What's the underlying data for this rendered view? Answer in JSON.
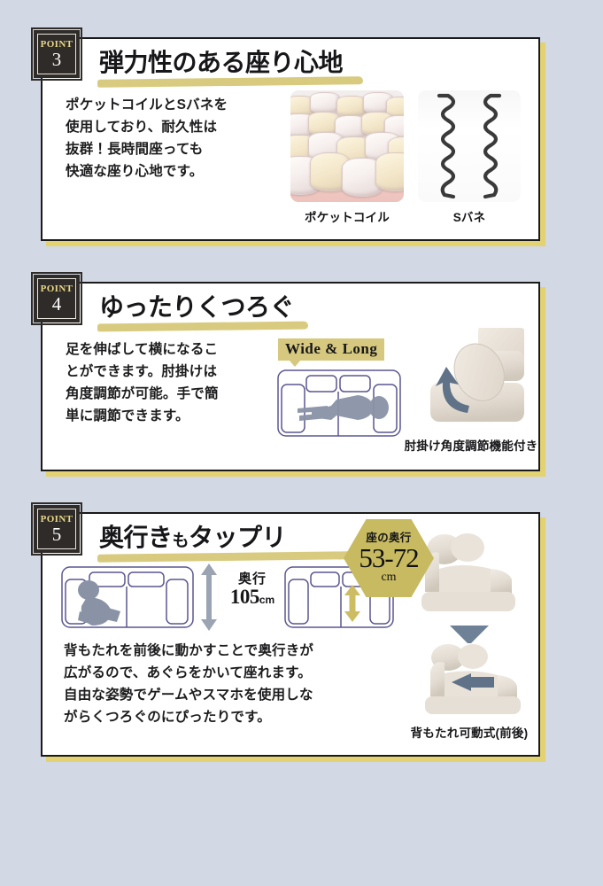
{
  "page": {
    "background_color": "#d2d8e4",
    "card_border_color": "#1a1a1a",
    "card_shadow_color": "#e3d271",
    "accent_gold": "#d6c97f",
    "badge_dark": "#2f2b28",
    "badge_gold_text": "#e9d98a",
    "hexagon_gold": "#c8ba61",
    "diagram_line_color": "#5b5690",
    "arrow_gray": "#5f7287"
  },
  "points": [
    {
      "badge": {
        "word": "POINT",
        "number": "3"
      },
      "heading": "弾力性のある座り心地",
      "body": "ポケットコイルとSバネを使用しており、耐久性は抜群！長時間座っても快適な座り心地です。",
      "body_lines": [
        "ポケットコイルとSバネを",
        "使用しており、耐久性は",
        "抜群！長時間座っても",
        "快適な座り心地です。"
      ],
      "figures": [
        {
          "name": "pocket-coil-photo",
          "caption": "ポケットコイル"
        },
        {
          "name": "s-spring-photo",
          "caption": "Sバネ"
        }
      ]
    },
    {
      "badge": {
        "word": "POINT",
        "number": "4"
      },
      "heading": "ゆったりくつろぐ",
      "body": "足を伸ばして横になることができます。肘掛けは角度調節が可能。手で簡単に調節できます。",
      "body_lines": [
        "足を伸ばして横になるこ",
        "とができます。肘掛けは",
        "角度調節が可能。手で簡",
        "単に調節できます。"
      ],
      "banner": "Wide & Long",
      "figures": [
        {
          "name": "sofa-top-view-lying-diagram",
          "caption": ""
        },
        {
          "name": "armrest-angle-photo",
          "caption": "肘掛け角度調節機能付き"
        }
      ]
    },
    {
      "badge": {
        "word": "POINT",
        "number": "5"
      },
      "heading_main": "奥行き",
      "heading_small": "も",
      "heading_tail": "タップリ",
      "heading": "奥行きもタップリ",
      "body": "背もたれを前後に動かすことで奥行きが広がるので、あぐらをかいて座れます。自由な姿勢でゲームやスマホを使用しながらくつろぐのにぴったりです。",
      "body_lines": [
        "背もたれを前後に動かすことで奥行きが",
        "広がるので、あぐらをかいて座れます。",
        "自由な姿勢でゲームやスマホを使用しな",
        "がらくつろぐのにぴったりです。"
      ],
      "depth_measure": {
        "label": "奥行",
        "value": "105",
        "unit": "cm"
      },
      "hexagon": {
        "top": "座の奥行",
        "value": "53-72",
        "unit": "cm"
      },
      "figures": [
        {
          "name": "sofa-top-view-sitting-diagram",
          "caption": ""
        },
        {
          "name": "sofa-top-view-depth-diagram",
          "caption": ""
        },
        {
          "name": "sofa-side-reclined-photo",
          "caption": ""
        },
        {
          "name": "backrest-movable-photo",
          "caption": "背もたれ可動式(前後)"
        }
      ]
    }
  ]
}
